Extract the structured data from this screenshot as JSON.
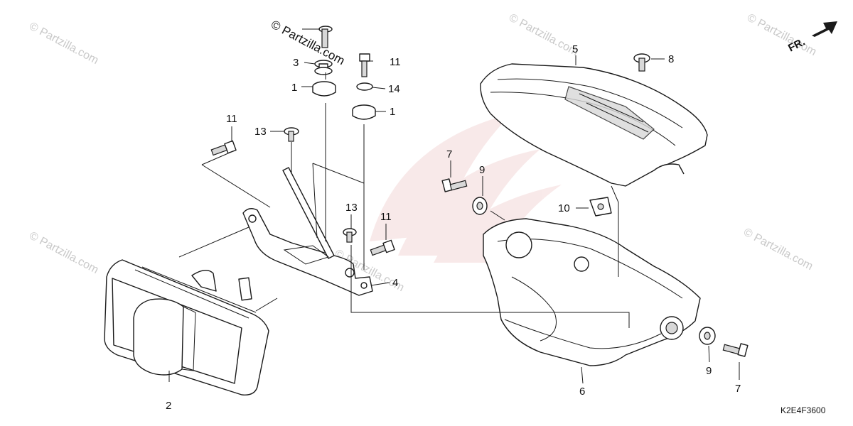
{
  "watermark": {
    "text": "© Partzilla.com"
  },
  "direction": {
    "label": "FR."
  },
  "diagram_code": "K2E4F3600",
  "callouts": [
    "1",
    "1",
    "2",
    "3",
    "4",
    "5",
    "6",
    "7",
    "7",
    "8",
    "9",
    "9",
    "10",
    "11",
    "11",
    "11",
    "13",
    "13",
    "14"
  ],
  "colors": {
    "line": "#1a1a1a",
    "watermark": "#c9c9c9",
    "honda_wing": "#e8b4b4"
  }
}
